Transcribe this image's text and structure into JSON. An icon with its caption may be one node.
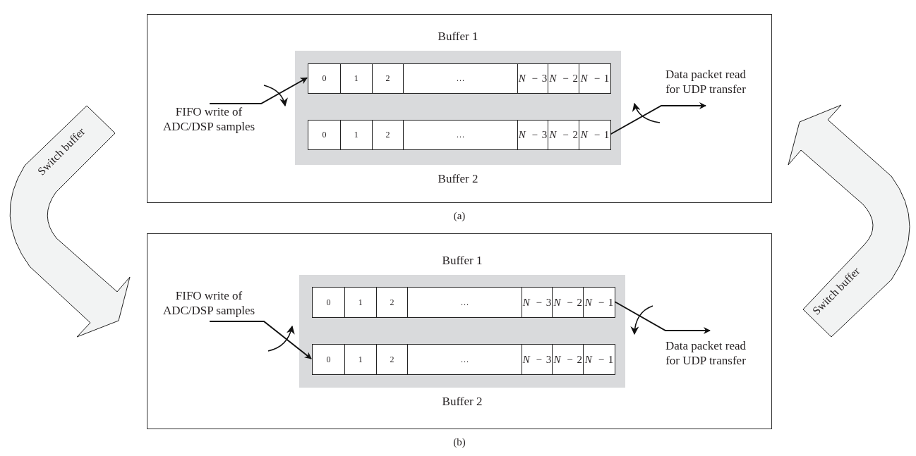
{
  "diagram": {
    "nodes": [
      {
        "text": [],
        "shape": "box",
        "beside": [
          "(a)"
        ]
      },
      {
        "text": [
          "Buffer 1",
          "Buffer 2"
        ],
        "in": 0
      },
      {
        "text": [
          "0",
          "1",
          "2",
          "…",
          "*N* − 3",
          "*N* − 2",
          "*N* − 1"
        ],
        "in": 1
      },
      {
        "text": [
          "0",
          "1",
          "2",
          "…",
          "*N* − 3",
          "*N* − 2",
          "*N* − 1"
        ],
        "in": 1
      },
      {
        "text": [
          "FIFO write of ADC/DSP samples"
        ],
        "in": 0
      },
      {
        "text": [
          "Data packet read for UDP transfer"
        ],
        "in": 0
      },
      {
        "text": [],
        "shape": "box",
        "beside": [
          "(b)"
        ]
      },
      {
        "text": [
          "Buffer 1",
          "Buffer 2"
        ],
        "in": 6
      },
      {
        "text": [
          "0",
          "1",
          "2",
          "…",
          "*N* − 3",
          "*N* − 2",
          "*N* − 1"
        ],
        "in": 7
      },
      {
        "text": [
          "0",
          "1",
          "2",
          "…",
          "*N* − 3",
          "*N* − 2",
          "*N* − 1"
        ],
        "in": 7
      },
      {
        "text": [
          "FIFO write of ADC/DSP samples"
        ],
        "in": 6
      },
      {
        "text": [
          "Data packet read for UDP transfer"
        ],
        "in": 6
      },
      {
        "text": [
          "Switch buffer"
        ]
      },
      {
        "text": [
          "Switch buffer"
        ]
      }
    ],
    "edges": [
      {
        "from": 4,
        "to": 2,
        "arrow": "to"
      },
      {
        "from": 3,
        "to": 5,
        "arrow": "to"
      },
      {
        "from": 10,
        "to": 9,
        "arrow": "to"
      },
      {
        "from": 8,
        "to": 11,
        "arrow": "to"
      }
    ]
  }
}
